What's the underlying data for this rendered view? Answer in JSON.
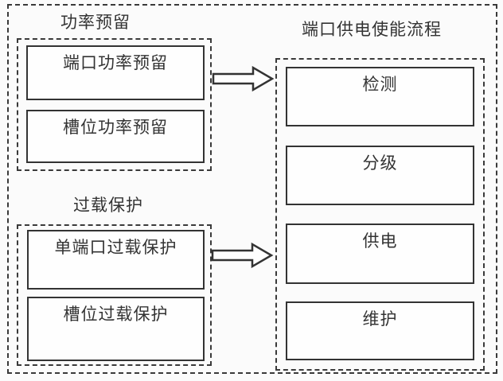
{
  "figure": {
    "power_reservation": {
      "label": "功率预留",
      "nodes": [
        "端口功率预留",
        "槽位功率预留"
      ]
    },
    "overload_protection": {
      "label": "过载保护",
      "nodes": [
        "单端口过载保护",
        "槽位过载保护"
      ]
    },
    "enable_flow": {
      "label": "端口供电使能流程",
      "nodes": [
        "检测",
        "分级",
        "供电",
        "维护"
      ]
    },
    "icons": {
      "arrow_1": "right-block-arrow",
      "arrow_2": "right-block-arrow"
    },
    "colors": {
      "line": "#333333",
      "background": "#fbfbfb",
      "node_fill": "#fefefe"
    }
  }
}
